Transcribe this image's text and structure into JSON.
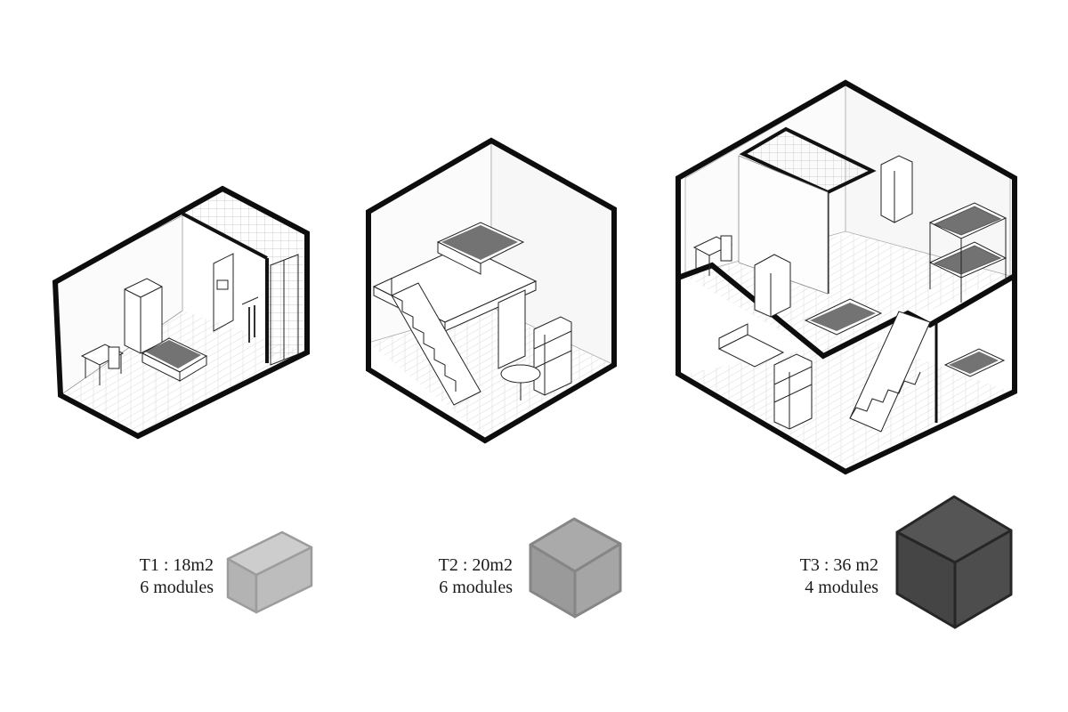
{
  "units": [
    {
      "id": "t1",
      "title": "T1 : 18m2",
      "modules": "6 modules",
      "cube_color": {
        "top": "#cdcdcd",
        "left": "#b3b3b3",
        "right": "#bdbdbd",
        "stroke": "#9c9c9c"
      },
      "rooms": [
        "bedroom",
        "bathroom"
      ]
    },
    {
      "id": "t2",
      "title": "T2 : 20m2",
      "modules": "6 modules",
      "cube_color": {
        "top": "#aaaaaa",
        "left": "#9a9a9a",
        "right": "#a5a5a5",
        "stroke": "#868686"
      },
      "rooms": [
        "mezzanine-bedroom",
        "living-room",
        "bathroom"
      ]
    },
    {
      "id": "t3",
      "title": "T3 : 36 m2",
      "modules": "4 modules",
      "cube_color": {
        "top": "#555555",
        "left": "#454545",
        "right": "#4d4d4d",
        "stroke": "#262626"
      },
      "rooms": [
        "bedroom",
        "bunk-room",
        "bathroom",
        "living-room",
        "lower-bedroom"
      ]
    }
  ]
}
